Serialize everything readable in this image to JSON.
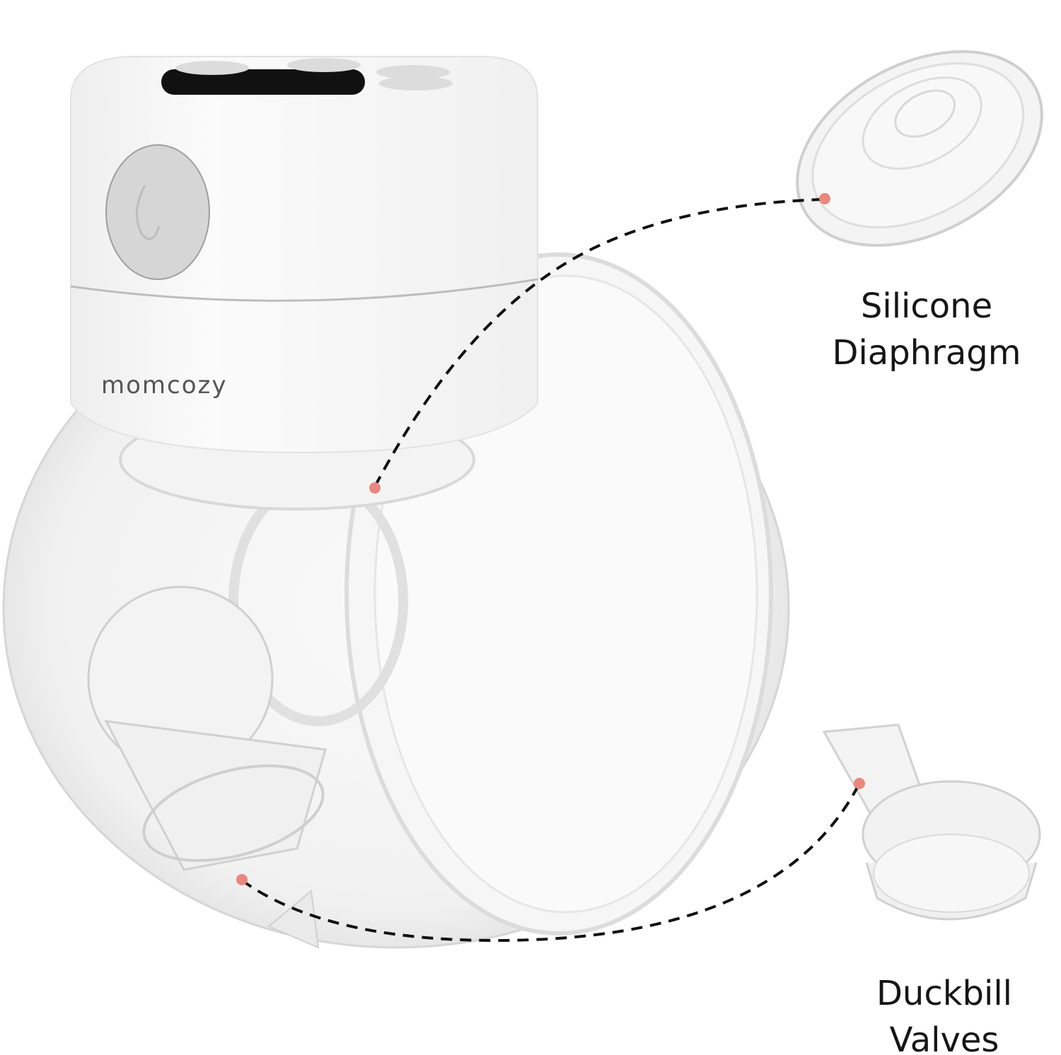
{
  "brand": "momcozy",
  "callouts": [
    {
      "lines": [
        "Silicone",
        "Diaphragm"
      ]
    },
    {
      "lines": [
        "Duckbill",
        "Valves"
      ]
    }
  ],
  "colors": {
    "marker_dot": "#e8877f",
    "dash_line": "#111111",
    "label_text": "#161616",
    "motor_body": "#f7f7f7",
    "power_button": "#d9d9d9",
    "display": "#111111"
  },
  "icons": [
    "power-icon"
  ]
}
